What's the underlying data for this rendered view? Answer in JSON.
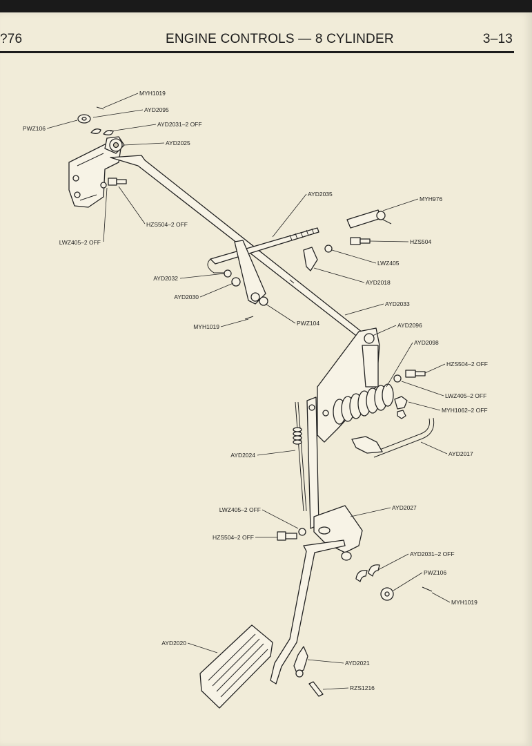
{
  "header": {
    "page_number_left": "?76",
    "title": "ENGINE CONTROLS — 8 CYLINDER",
    "page_number_right": "3–13"
  },
  "labels": {
    "myh1019_top": "MYH1019",
    "ayd2095": "AYD2095",
    "pwz106_top": "PWZ106",
    "ayd2031_top": "AYD2031–2 OFF",
    "ayd2025": "AYD2025",
    "ayd2035": "AYD2035",
    "myh976": "MYH976",
    "hzs504_2off_top": "HZS504–2 OFF",
    "lwz405_2off_top": "LWZ405–2 OFF",
    "hzs504": "HZS504",
    "lwz405": "LWZ405",
    "ayd2032": "AYD2032",
    "ayd2018": "AYD2018",
    "ayd2030": "AYD2030",
    "ayd2033": "AYD2033",
    "myh1019_mid": "MYH1019",
    "pwz104": "PWZ104",
    "ayd2096": "AYD2096",
    "ayd2098": "AYD2098",
    "hzs504_2off_mid": "HZS504–2 OFF",
    "lwz405_2off_mid": "LWZ405–2 OFF",
    "myh1062": "MYH1062–2 OFF",
    "ayd2024": "AYD2024",
    "ayd2017": "AYD2017",
    "lwz405_2off_low": "LWZ405–2 OFF",
    "ayd2027": "AYD2027",
    "hzs504_2off_low": "HZS504–2 OFF",
    "ayd2031_low": "AYD2031–2 OFF",
    "pwz106_low": "PWZ106",
    "myh1019_low": "MYH1019",
    "ayd2020": "AYD2020",
    "ayd2021": "AYD2021",
    "rzs1216": "RZS1216"
  }
}
